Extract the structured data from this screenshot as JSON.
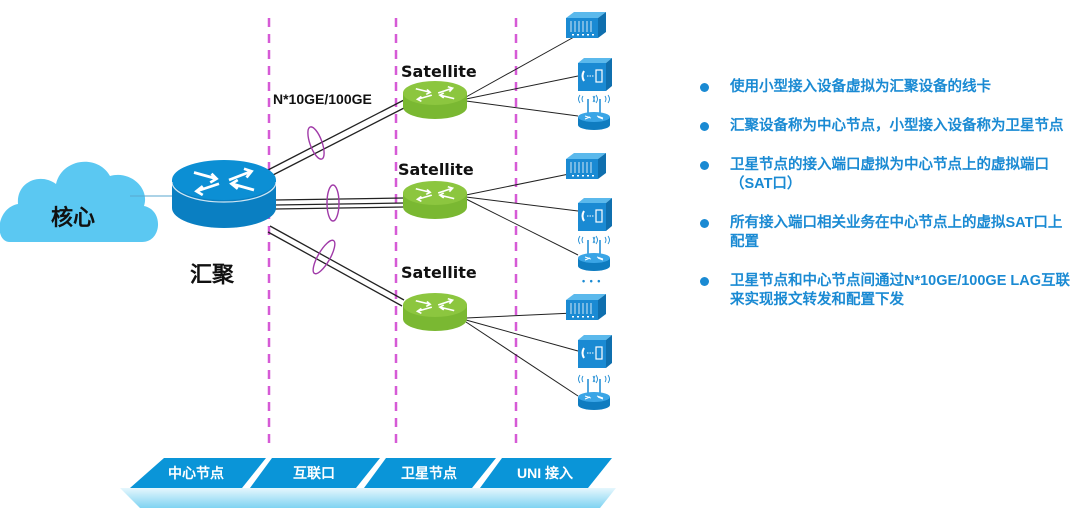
{
  "diagram": {
    "core_label": "核心",
    "aggregation_label": "汇聚",
    "link_label": "N*10GE/100GE",
    "satellites": [
      {
        "label": "Satellite"
      },
      {
        "label": "Satellite"
      },
      {
        "label": "Satellite"
      }
    ],
    "access_device_types": [
      "switch-icon",
      "voice-gateway-icon",
      "wireless-router-icon"
    ],
    "ellipsis": "• • •"
  },
  "ribbon": {
    "stages": [
      {
        "label": "中心节点"
      },
      {
        "label": "互联口"
      },
      {
        "label": "卫星节点"
      },
      {
        "label": "UNI 接入"
      }
    ]
  },
  "bullets": [
    {
      "text": "使用小型接入设备虚拟为汇聚设备的线卡"
    },
    {
      "text": "汇聚设备称为中心节点，小型接入设备称为卫星节点"
    },
    {
      "text": "卫星节点的接入端口虚拟为中心节点上的虚拟端口（SAT口）"
    },
    {
      "text": "所有接入端口相关业务在中心节点上的虚拟SAT口上配置"
    },
    {
      "text": "卫星节点和中心节点间通过N*10GE/100GE LAG互联来实现报文转发和配置下发"
    }
  ],
  "colors": {
    "core_cloud": "#5bc8f2",
    "aggregation_router": "#0c8fd4",
    "satellite_router": "#8cc63f",
    "access_device": "#1a8ad3",
    "divider": "#d65ad6",
    "lag_ellipse": "#a03aa8",
    "ribbon": "#0a95d8",
    "bullet_text": "#1a8ad3"
  }
}
